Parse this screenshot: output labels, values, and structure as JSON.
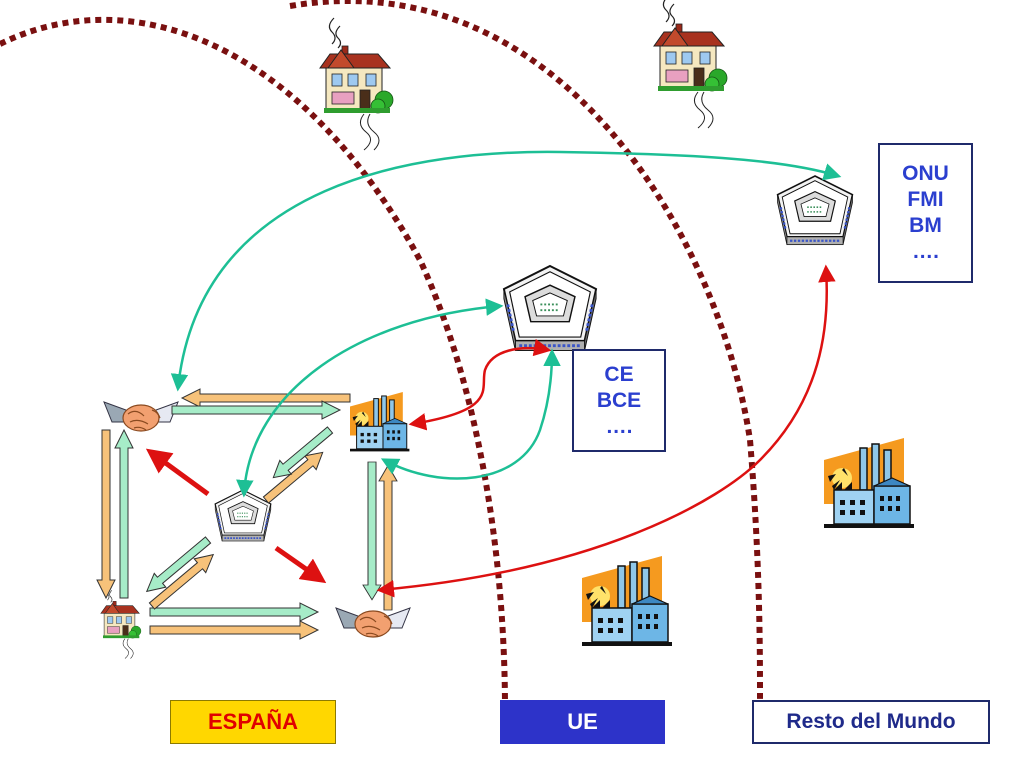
{
  "regions": {
    "espana": "ESPAÑA",
    "ue": "UE",
    "resto": "Resto del Mundo"
  },
  "institutions": {
    "global": [
      "ONU",
      "FMI",
      "BM",
      "…."
    ],
    "european": [
      "CE",
      "BCE",
      "…."
    ]
  },
  "colors": {
    "boundary": "#7a1010",
    "flow_teal": "#1dbf95",
    "flow_red": "#dd1111",
    "arrow_orange_fill": "#f7c27a",
    "arrow_green_fill": "#a6ecc8",
    "espana_box": "#ffd700",
    "ue_box": "#2d33c9"
  },
  "icons": {
    "household": "house-icon",
    "firm": "factory-icon",
    "government": "pentagon-building-icon",
    "market": "handshake-icon"
  }
}
